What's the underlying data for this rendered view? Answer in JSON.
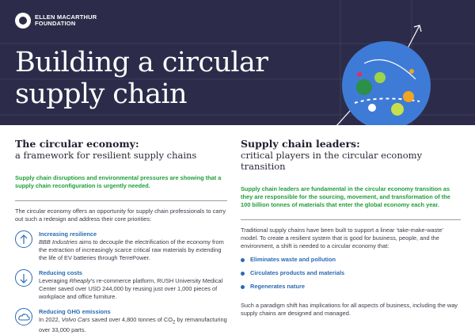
{
  "header": {
    "logo_line1": "ELLEN MACARTHUR",
    "logo_line2": "FOUNDATION",
    "title": "Building a circular supply chain"
  },
  "left": {
    "title": "The circular economy:",
    "subtitle": "a framework for resilient supply chains",
    "lead": "Supply chain disruptions and environmental pressures are showing that a supply chain reconfiguration is urgently needed.",
    "body": "The circular economy offers an opportunity for supply chain professionals to carry out such a redesign and address their core priorities:",
    "items": [
      {
        "heading": "Increasing resilience",
        "icon": "arrow-up-icon",
        "company": "BBB Industries",
        "text": " aims to decouple the electrification of the economy from the extraction of increasingly scarce critical raw materials by extending the life of EV batteries through TerrePower."
      },
      {
        "heading": "Reducing costs",
        "icon": "arrow-down-icon",
        "prefix": "Leveraging ",
        "company": "Rheaply",
        "text": "'s re-commerce platform, RUSH University Medical Center saved over USD 244,000 by reusing just over 1,000 pieces of workplace and office furniture."
      },
      {
        "heading": "Reducing GHG emissions",
        "icon": "cloud-icon",
        "prefix": "In 2022, ",
        "company": "Volvo Cars",
        "text": " saved over 4,800 tonnes of CO",
        "sub": "2",
        "text2": " by remanufacturing over 33,000 parts."
      }
    ]
  },
  "right": {
    "title": "Supply chain leaders:",
    "subtitle": "critical players in the circular economy transition",
    "lead": "Supply chain leaders are fundamental in the circular economy transition as they are responsible for the sourcing, movement, and transformation of the 100 billion tonnes of materials that enter the global economy each year.",
    "body": "Traditional supply chains have been built to support a linear ‘take-make-waste’ model. To create a resilient system that is good for business, people, and the environment, a shift is needed to a circular economy that:",
    "bullets": [
      "Eliminates waste and pollution",
      "Circulates products and materials",
      "Regenerates nature"
    ],
    "closing": "Such a paradigm shift has implications for all aspects of business, including the way supply chains are designed and managed."
  },
  "colors": {
    "navy": "#2c2c4a",
    "green": "#1f9e3a",
    "blue": "#2a6ab2"
  }
}
